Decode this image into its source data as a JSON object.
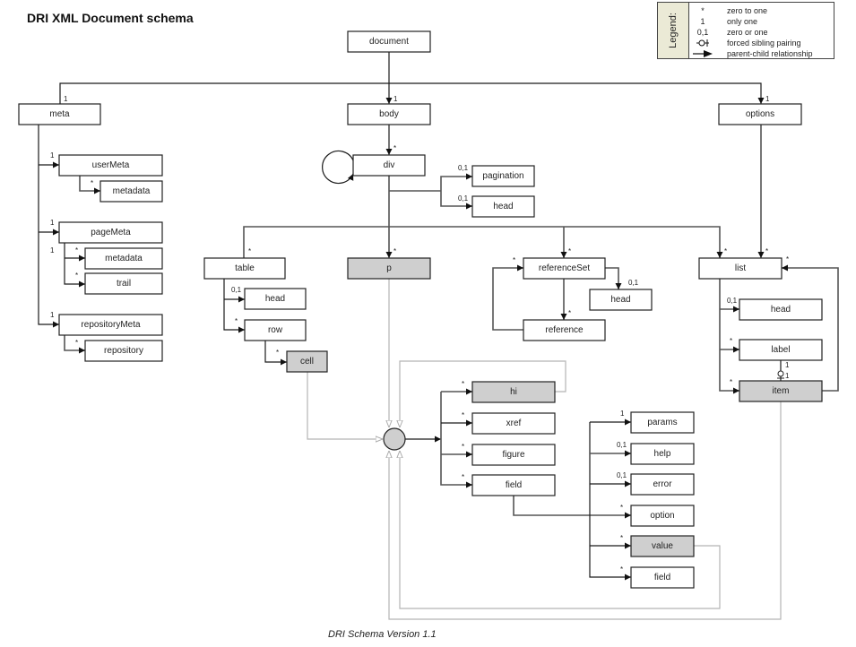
{
  "title": "DRI XML Document schema",
  "caption": "DRI Schema Version 1.1",
  "legend": {
    "heading": "Legend:",
    "entries": [
      {
        "symbol": "*",
        "icon": "asterisk",
        "text": "zero to one"
      },
      {
        "symbol": "1",
        "icon": "one",
        "text": "only one"
      },
      {
        "symbol": "0,1",
        "icon": "zero-or-one",
        "text": "zero or one"
      },
      {
        "symbol": "",
        "icon": "forced-sibling-pairing-icon",
        "text": "forced sibling pairing"
      },
      {
        "symbol": "",
        "icon": "arrow-right-icon",
        "text": "parent-child relationship"
      }
    ]
  },
  "nodes": [
    {
      "id": "document",
      "label": "document",
      "highlighted": false
    },
    {
      "id": "meta",
      "label": "meta",
      "highlighted": false
    },
    {
      "id": "body",
      "label": "body",
      "highlighted": false
    },
    {
      "id": "options",
      "label": "options",
      "highlighted": false
    },
    {
      "id": "userMeta",
      "label": "userMeta",
      "highlighted": false
    },
    {
      "id": "userMeta-metadata",
      "label": "metadata",
      "highlighted": false
    },
    {
      "id": "pageMeta",
      "label": "pageMeta",
      "highlighted": false
    },
    {
      "id": "pageMeta-metadata",
      "label": "metadata",
      "highlighted": false
    },
    {
      "id": "trail",
      "label": "trail",
      "highlighted": false
    },
    {
      "id": "repositoryMeta",
      "label": "repositoryMeta",
      "highlighted": false
    },
    {
      "id": "repository",
      "label": "repository",
      "highlighted": false
    },
    {
      "id": "div",
      "label": "div",
      "highlighted": false
    },
    {
      "id": "pagination",
      "label": "pagination",
      "highlighted": false
    },
    {
      "id": "div-head",
      "label": "head",
      "highlighted": false
    },
    {
      "id": "table",
      "label": "table",
      "highlighted": false
    },
    {
      "id": "p",
      "label": "p",
      "highlighted": true
    },
    {
      "id": "referenceSet",
      "label": "referenceSet",
      "highlighted": false
    },
    {
      "id": "referenceSet-head",
      "label": "head",
      "highlighted": false
    },
    {
      "id": "reference",
      "label": "reference",
      "highlighted": false
    },
    {
      "id": "list",
      "label": "list",
      "highlighted": false
    },
    {
      "id": "table-head",
      "label": "head",
      "highlighted": false
    },
    {
      "id": "row",
      "label": "row",
      "highlighted": false
    },
    {
      "id": "cell",
      "label": "cell",
      "highlighted": true
    },
    {
      "id": "list-head",
      "label": "head",
      "highlighted": false
    },
    {
      "id": "label",
      "label": "label",
      "highlighted": false
    },
    {
      "id": "item",
      "label": "item",
      "highlighted": true
    },
    {
      "id": "hi",
      "label": "hi",
      "highlighted": true
    },
    {
      "id": "xref",
      "label": "xref",
      "highlighted": false
    },
    {
      "id": "figure",
      "label": "figure",
      "highlighted": false
    },
    {
      "id": "field",
      "label": "field",
      "highlighted": false
    },
    {
      "id": "params",
      "label": "params",
      "highlighted": false
    },
    {
      "id": "help",
      "label": "help",
      "highlighted": false
    },
    {
      "id": "error",
      "label": "error",
      "highlighted": false
    },
    {
      "id": "option",
      "label": "option",
      "highlighted": false
    },
    {
      "id": "value",
      "label": "value",
      "highlighted": true
    },
    {
      "id": "field-child",
      "label": "field",
      "highlighted": false
    }
  ],
  "multiplicities": [
    {
      "id": "m-meta",
      "text": "1"
    },
    {
      "id": "m-body",
      "text": "1"
    },
    {
      "id": "m-options",
      "text": "1"
    },
    {
      "id": "m-userMeta",
      "text": "1"
    },
    {
      "id": "m-userMeta-metadata",
      "text": "*"
    },
    {
      "id": "m-pageMeta",
      "text": "1"
    },
    {
      "id": "m-pageMeta-extra",
      "text": "1"
    },
    {
      "id": "m-pageMeta-metadata",
      "text": "*"
    },
    {
      "id": "m-trail",
      "text": "*"
    },
    {
      "id": "m-repositoryMeta",
      "text": "1"
    },
    {
      "id": "m-repository",
      "text": "*"
    },
    {
      "id": "m-div",
      "text": "*"
    },
    {
      "id": "m-pagination",
      "text": "0,1"
    },
    {
      "id": "m-div-head",
      "text": "0,1"
    },
    {
      "id": "m-table",
      "text": "*"
    },
    {
      "id": "m-p",
      "text": "*"
    },
    {
      "id": "m-referenceSet",
      "text": "*"
    },
    {
      "id": "m-list",
      "text": "*"
    },
    {
      "id": "m-list-options",
      "text": "*"
    },
    {
      "id": "m-list-self",
      "text": "*"
    },
    {
      "id": "m-table-head",
      "text": "0,1"
    },
    {
      "id": "m-row",
      "text": "*"
    },
    {
      "id": "m-cell",
      "text": "*"
    },
    {
      "id": "m-referenceSet-self",
      "text": "*"
    },
    {
      "id": "m-referenceSet-head",
      "text": "0,1"
    },
    {
      "id": "m-reference",
      "text": "*"
    },
    {
      "id": "m-list-head",
      "text": "0,1"
    },
    {
      "id": "m-label",
      "text": "*"
    },
    {
      "id": "m-item",
      "text": "*"
    },
    {
      "id": "m-pair-label",
      "text": "1"
    },
    {
      "id": "m-pair-item",
      "text": "1"
    },
    {
      "id": "m-hi",
      "text": "*"
    },
    {
      "id": "m-xref",
      "text": "*"
    },
    {
      "id": "m-figure",
      "text": "*"
    },
    {
      "id": "m-field",
      "text": "*"
    },
    {
      "id": "m-params",
      "text": "1"
    },
    {
      "id": "m-help",
      "text": "0,1"
    },
    {
      "id": "m-error",
      "text": "0,1"
    },
    {
      "id": "m-option",
      "text": "*"
    },
    {
      "id": "m-value",
      "text": "*"
    },
    {
      "id": "m-field-child",
      "text": "*"
    }
  ]
}
